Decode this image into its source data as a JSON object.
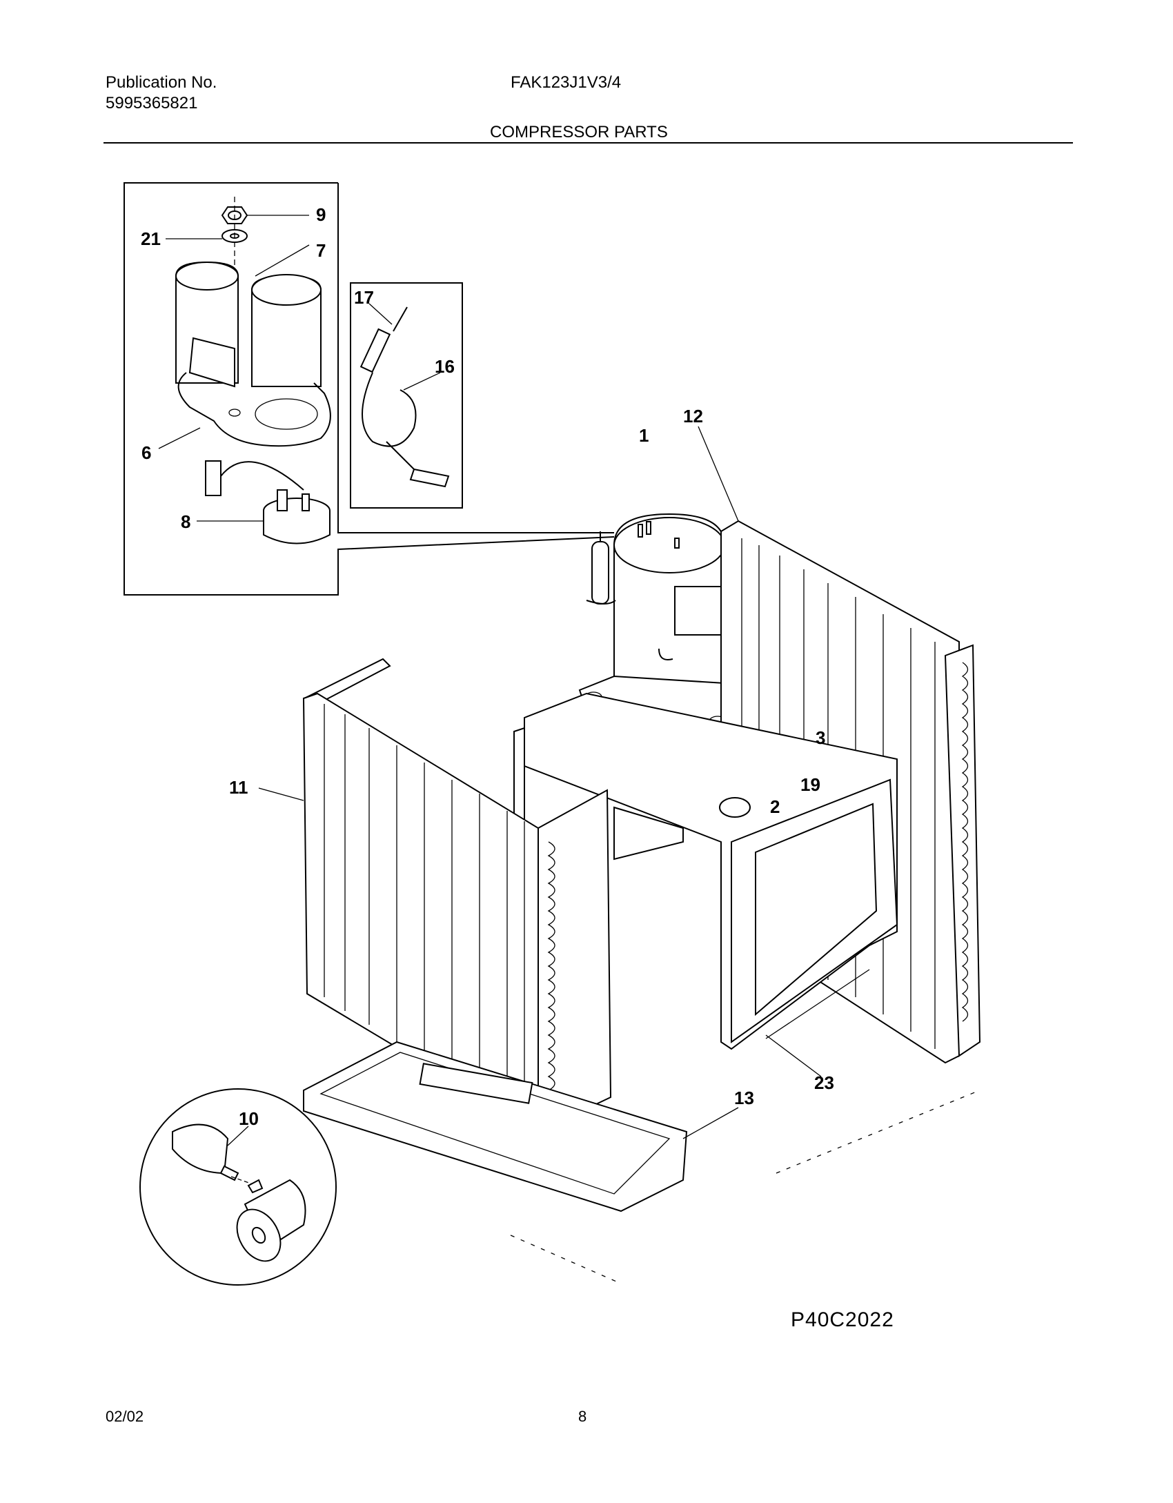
{
  "header": {
    "publication_label": "Publication No.",
    "publication_number": "5995365821",
    "model": "FAK123J1V3/4",
    "section_title": "COMPRESSOR PARTS"
  },
  "callouts": {
    "c1": "1",
    "c2": "2",
    "c3": "3",
    "c6": "6",
    "c7": "7",
    "c8": "8",
    "c9": "9",
    "c10": "10",
    "c11": "11",
    "c12": "12",
    "c13": "13",
    "c16": "16",
    "c17": "17",
    "c19": "19",
    "c21": "21",
    "c23": "23"
  },
  "drawing_code": "P40C2022",
  "footer": {
    "date": "02/02",
    "page": "8"
  }
}
